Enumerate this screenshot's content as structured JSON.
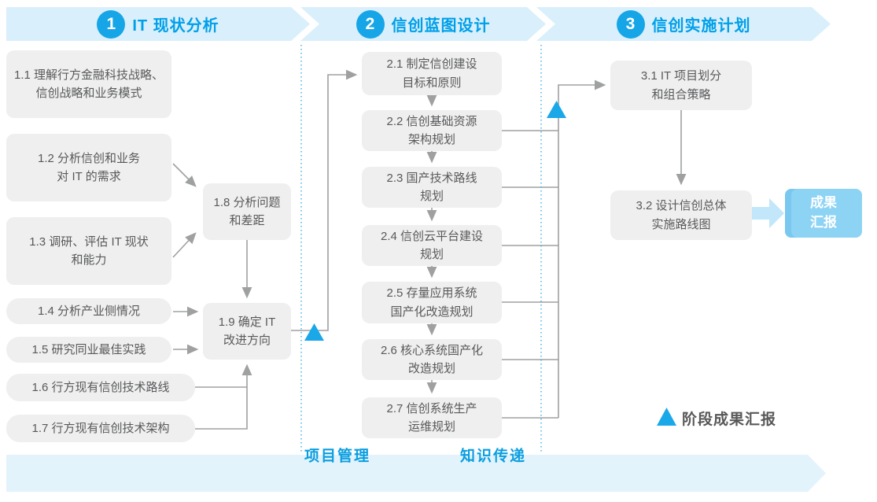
{
  "phases": [
    {
      "number": "1",
      "title": "IT 现状分析"
    },
    {
      "number": "2",
      "title": "信创蓝图设计"
    },
    {
      "number": "3",
      "title": "信创实施计划"
    }
  ],
  "boxes": {
    "b11": "1.1 理解行方金融科技战略、\n信创战略和业务模式",
    "b12": "1.2 分析信创和业务\n对 IT 的需求",
    "b13": "1.3 调研、评估 IT 现状\n和能力",
    "b14": "1.4 分析产业侧情况",
    "b15": "1.5 研究同业最佳实践",
    "b16": "1.6 行方现有信创技术路线",
    "b17": "1.7 行方现有信创技术架构",
    "b18": "1.8 分析问题\n和差距",
    "b19": "1.9 确定 IT\n改进方向",
    "b21": "2.1 制定信创建设\n目标和原则",
    "b22": "2.2 信创基础资源\n架构规划",
    "b23": "2.3 国产技术路线\n规划",
    "b24": "2.4 信创云平台建设\n规划",
    "b25": "2.5 存量应用系统\n国产化改造规划",
    "b26": "2.6 核心系统国产化\n改造规划",
    "b27": "2.7 信创系统生产\n运维规划",
    "b31": "3.1 IT 项目划分\n和组合策略",
    "b32": "3.2 设计信创总体\n实施路线图"
  },
  "result_box": "成果\n汇报",
  "legend": "阶段成果汇报",
  "bottom_bar": {
    "item1": "项目管理",
    "item2": "知识传递"
  },
  "colors": {
    "band_bg": "#D9EFFB",
    "badge_bg": "#16A5E6",
    "phase_title": "#00A0E9",
    "box_bg": "#EFEFEF",
    "box_text": "#58595B",
    "connector": "#9FA0A0",
    "separator_dotted": "#29ABE2",
    "milestone_triangle": "#1BA8E9",
    "result_bg": "#8DD3F4",
    "result_stripe": "#7AC8EF",
    "block_arrow": "#C2E6FA",
    "bottom_band_bg": "#E3F3FC",
    "bottom_text": "#0A9EE0"
  }
}
